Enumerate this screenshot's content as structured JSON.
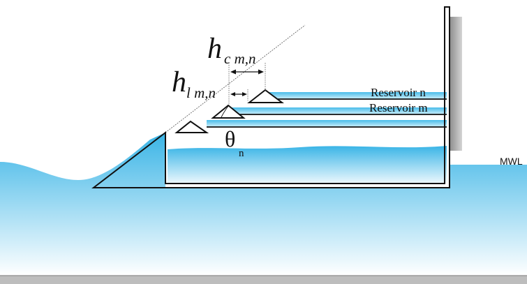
{
  "labels": {
    "h_symbol": "h",
    "crest_subscript": "c m,n",
    "land_subscript": "l m,n",
    "reservoir_n": "Reservoir n",
    "reservoir_m": "Reservoir m",
    "theta_symbol": "θ",
    "theta_subscript": "n",
    "mwl": "MWL"
  },
  "colors": {
    "water_top": "#39b4e6",
    "water_bottom": "#ffffff",
    "outline": "#111111",
    "wall_shadow": "#aaaaaa"
  }
}
